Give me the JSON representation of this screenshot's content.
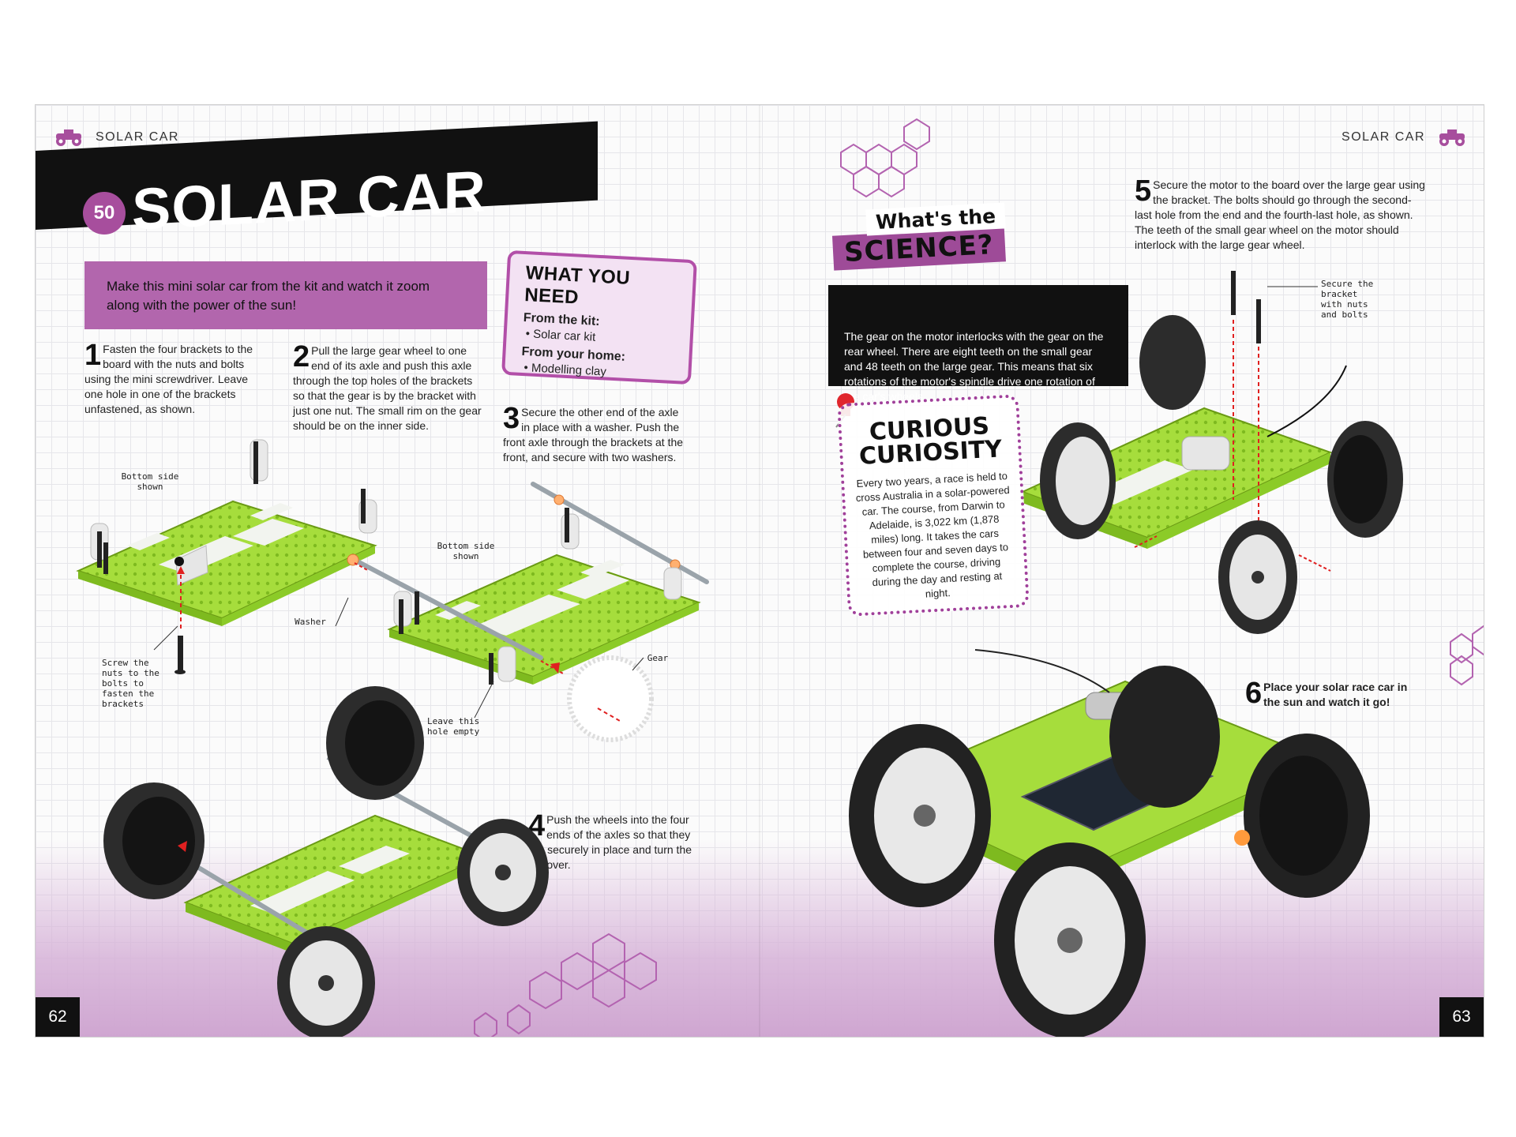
{
  "running_heads": {
    "left": "SOLAR CAR",
    "right": "SOLAR CAR"
  },
  "page_numbers": {
    "left": "62",
    "right": "63"
  },
  "project": {
    "number": "50",
    "title": "SOLAR CAR"
  },
  "intro": "Make this mini solar car from the kit and watch it zoom along with the power of the sun!",
  "what_you_need": {
    "heading": "WHAT YOU NEED",
    "kit_heading": "From the kit:",
    "kit_item": "• Solar car kit",
    "home_heading": "From your home:",
    "home_item": "• Modelling clay"
  },
  "steps": {
    "s1": {
      "num": "1",
      "text": "Fasten the four brackets to the board with the nuts and bolts using the mini screwdriver. Leave one hole in one of the brackets unfastened, as shown."
    },
    "s2": {
      "num": "2",
      "text": "Pull the large gear wheel to one end of its axle and push this axle through the top holes of the brackets so that the gear is by the bracket with just one nut. The small rim on the gear should be on the inner side."
    },
    "s3": {
      "num": "3",
      "text": "Secure the other end of the axle in place with a washer. Push the front axle through the brackets at the front, and secure with two washers."
    },
    "s4": {
      "num": "4",
      "text": "Push the wheels into the four ends of the axles so that they are securely in place and turn the car over."
    },
    "s5": {
      "num": "5",
      "text": "Secure the motor to the board over the large gear using the bracket. The bolts should go through the second-last hole from the end and the fourth-last hole, as shown. The teeth of the small gear wheel on the motor should interlock with the large gear wheel."
    },
    "s6": {
      "num": "6",
      "text": "Place your solar race car in the sun and watch it go!"
    }
  },
  "labels": {
    "bottom_side_1": "Bottom side shown",
    "bottom_side_2": "Bottom side shown",
    "screw": "Screw the nuts to the bolts to fasten the brackets",
    "washer": "Washer",
    "leave_hole": "Leave this hole empty",
    "gear": "Gear",
    "secure_bracket": "Secure the bracket with nuts and bolts"
  },
  "science": {
    "head1": "What's the",
    "head2": "SCIENCE?",
    "text": "The gear on the motor interlocks with the gear on the rear wheel. There are eight teeth on the small gear and 48 teeth on the large gear. This means that six rotations of the motor's spindle drive one rotation of the car's wheels."
  },
  "curiosity": {
    "title": "CURIOUS CURIOSITY",
    "text": "Every two years, a race is held to cross Australia in a solar-powered car. The course, from Darwin to Adelaide, is 3,022 km (1,878 miles) long. It takes the cars between four and seven days to complete the course, driving during the day and resting at night."
  },
  "colors": {
    "accent_purple": "#b266ad",
    "board_green": "#a6dd3c",
    "black": "#111111"
  }
}
